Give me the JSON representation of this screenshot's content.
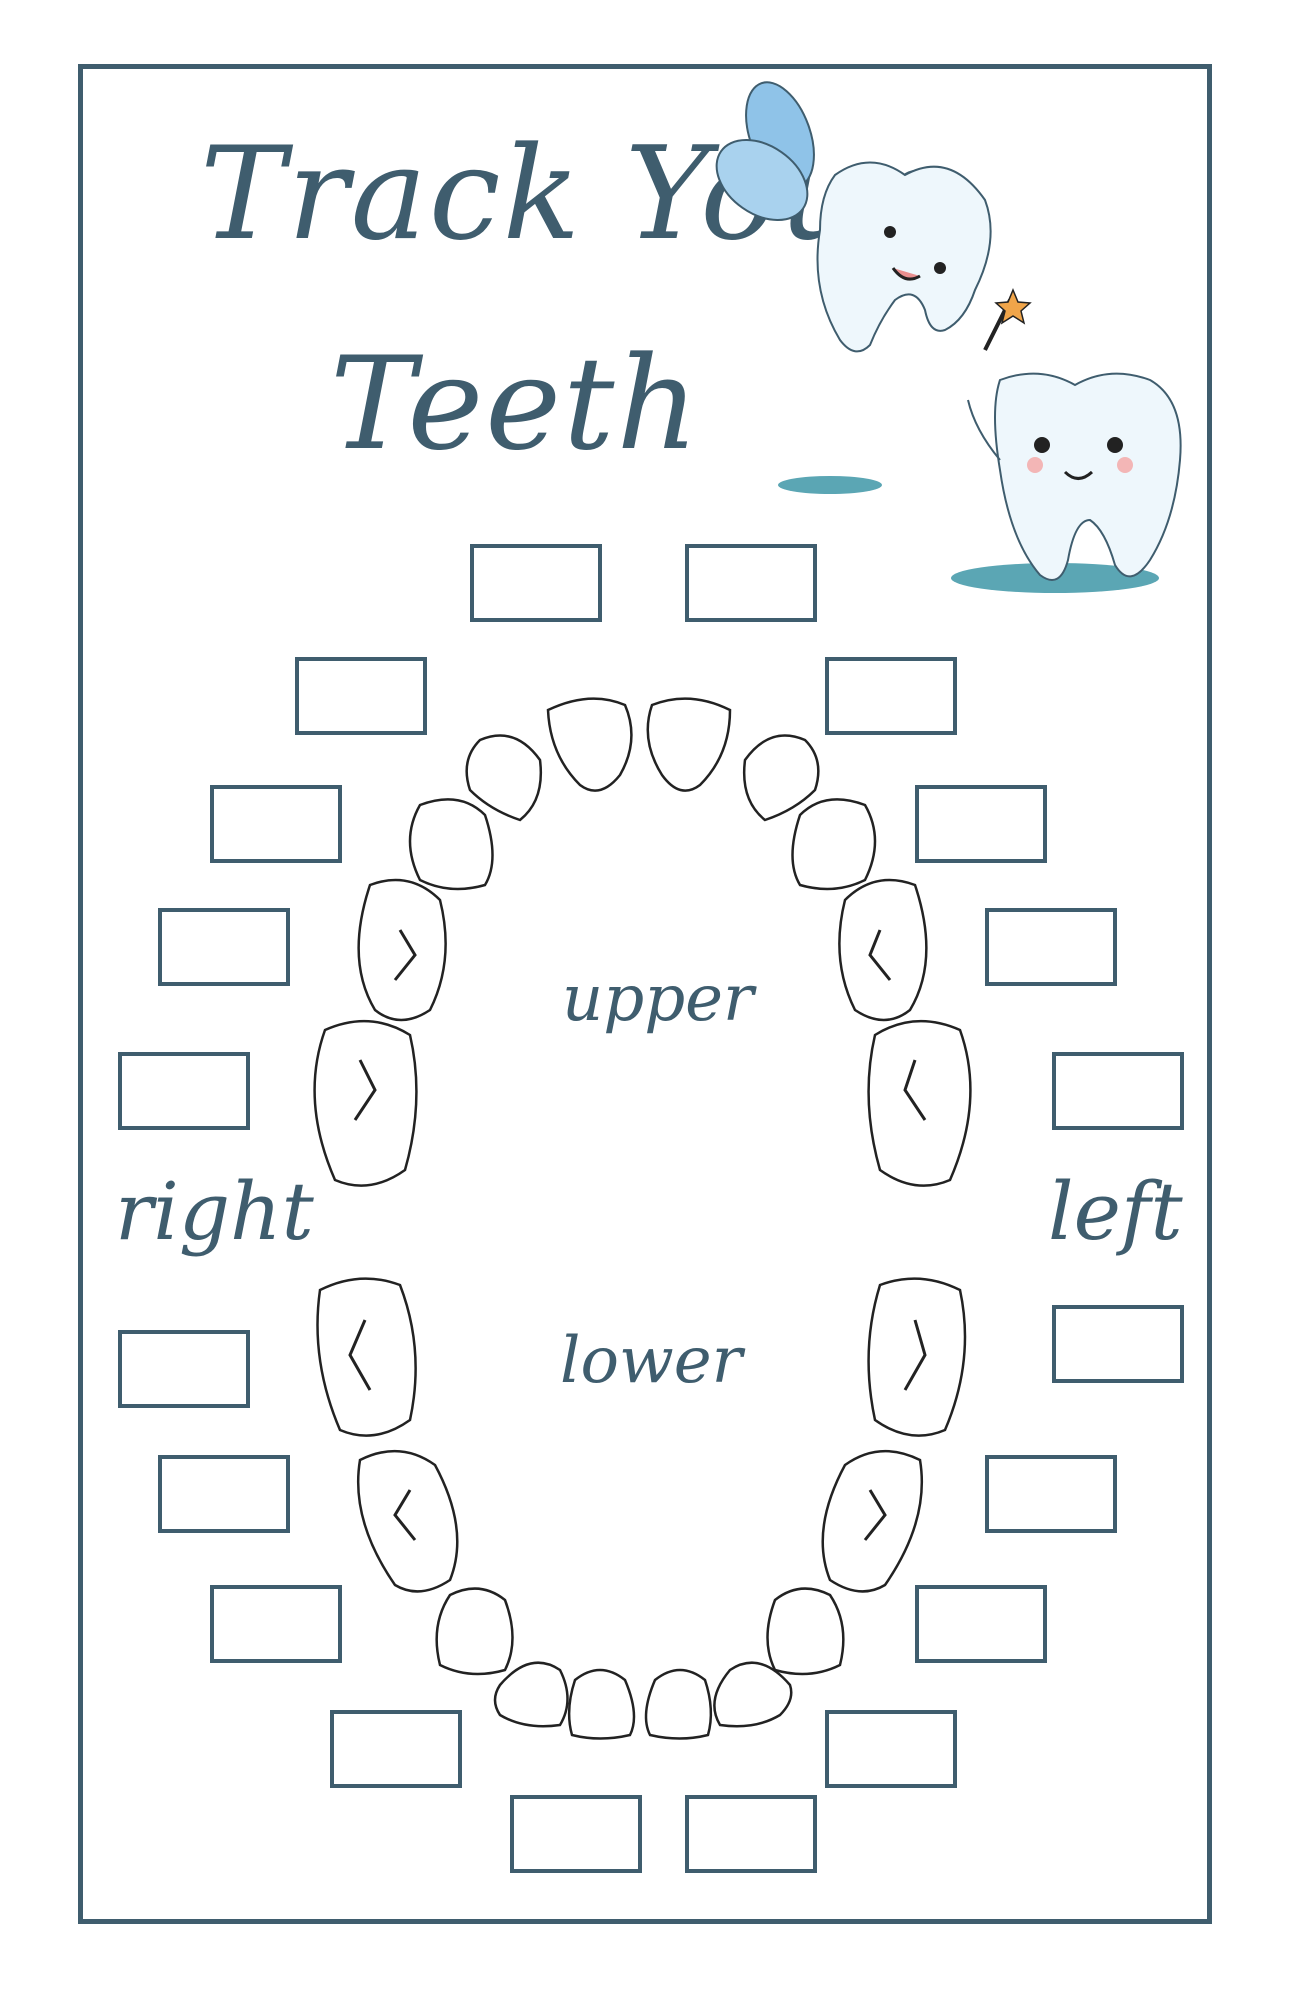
{
  "title": {
    "line1": "Track Your",
    "line2": "Teeth"
  },
  "labels": {
    "upper": "upper",
    "lower": "lower",
    "right": "right",
    "left": "left"
  },
  "icons": [
    "tooth-fairy-icon",
    "happy-tooth-icon",
    "magic-wand-icon"
  ],
  "colors": {
    "accent": "#3f5d6e",
    "shadow": "#5ba6b4",
    "wing": "#8fc3e8"
  }
}
